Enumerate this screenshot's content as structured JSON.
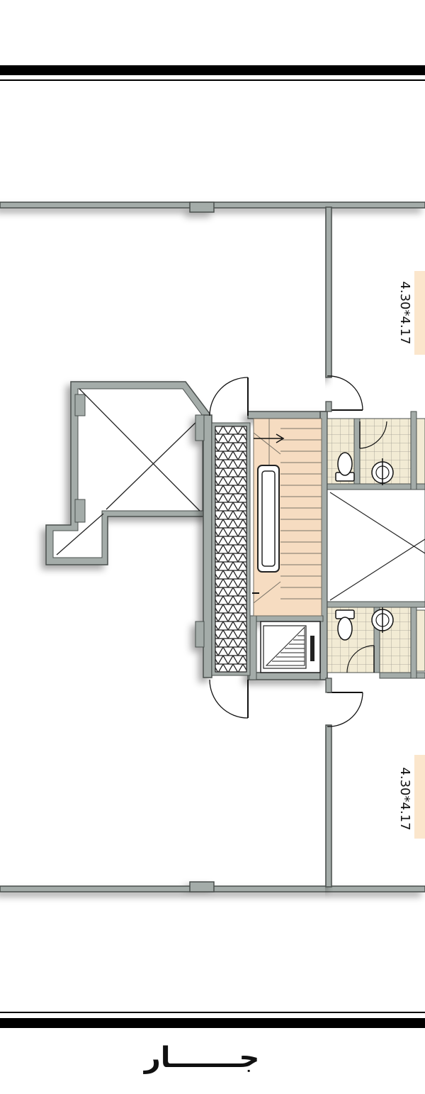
{
  "plan": {
    "title": "جـــــــار",
    "rooms": [
      {
        "dimension": "4.30*4.17"
      },
      {
        "dimension": "4.30*4.17"
      }
    ]
  },
  "colors": {
    "wall_fill": "#a4aca9",
    "wall_stroke": "#4a4f4d",
    "stair_fill": "#f6dcc1",
    "tile_fill": "#f2ebd4",
    "label_bg": "#fbe6cc",
    "border": "#000000"
  }
}
